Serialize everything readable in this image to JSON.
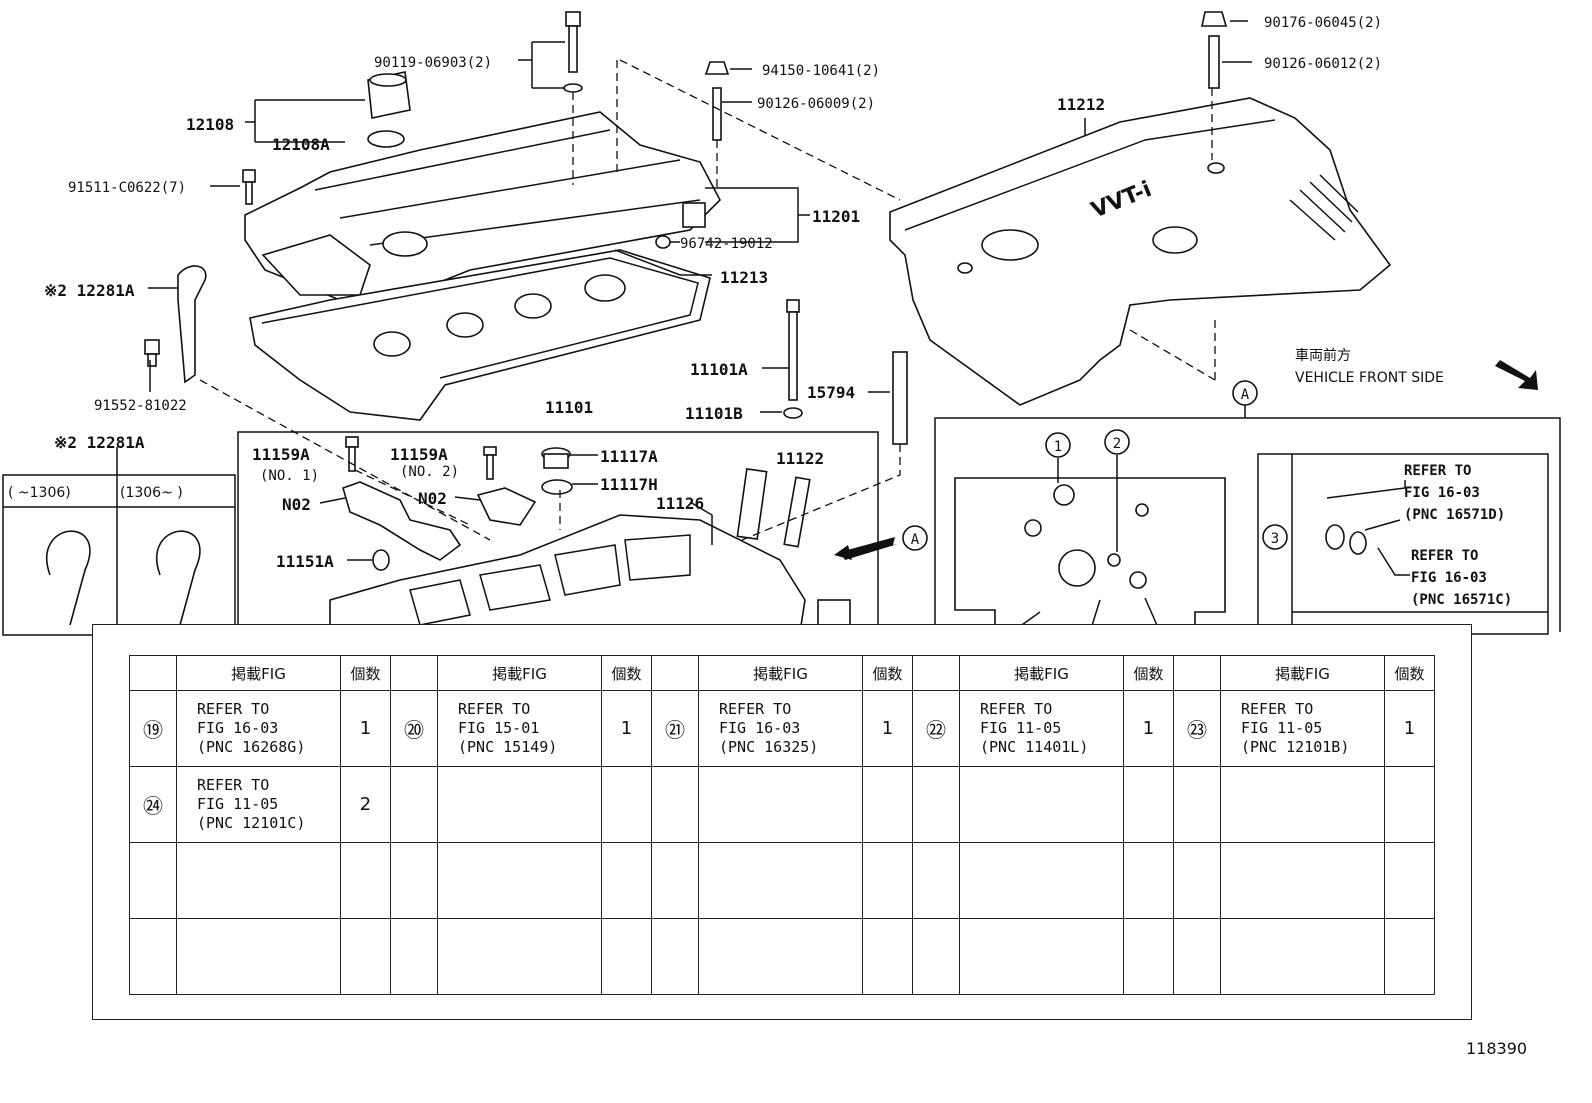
{
  "labels": {
    "p90119": "90119-06903(2)",
    "p12108": "12108",
    "p12108A": "12108A",
    "p91511": "91511-C0622(7)",
    "p12281A_top": "※2 12281A",
    "p91552": "91552-81022",
    "p12281A_left": "※2 12281A",
    "p94150": "94150-10641(2)",
    "p90126_06009": "90126-06009(2)",
    "p11201": "11201",
    "p96742": "96742-19012",
    "p11213": "11213",
    "p11101A": "11101A",
    "p11101B": "11101B",
    "p15794": "15794",
    "p11101": "11101",
    "p11159A_1": "11159A",
    "p11159A_1_sub": "(NO. 1)",
    "p11159A_2": "11159A",
    "p11159A_2_sub": "(NO. 2)",
    "p11117A": "11117A",
    "p11117H": "11117H",
    "p11122": "11122",
    "p11126": "11126",
    "pN02_a": "N02",
    "pN02_b": "N02",
    "p11151A": "11151A",
    "viewA": "A",
    "p90176": "90176-06045(2)",
    "p90126_06012": "90126-06012(2)",
    "p11212": "11212",
    "front_jp": "車両前方",
    "front_en": "VEHICLE FRONT SIDE",
    "callout_A": "A",
    "detail_1": "1",
    "detail_2": "2",
    "detail_3": "3",
    "refer1_a": "REFER TO",
    "refer1_b": "FIG 16-03",
    "refer1_c": "(PNC 16571D)",
    "refer2_a": "REFER TO",
    "refer2_b": "FIG 16-03",
    "refer2_c": "(PNC 16571C)",
    "date_col1": "(   ~1306)",
    "date_col2": "(1306~     )",
    "figure_number": "118390",
    "cover_logo": "VVT-i"
  },
  "table": {
    "headers": [
      "掲載FIG",
      "個数"
    ],
    "rows": [
      [
        {
          "num": "⑲",
          "lines": [
            "REFER TO",
            "FIG 16-03",
            "(PNC 16268G)"
          ],
          "qty": "1"
        },
        {
          "num": "⑳",
          "lines": [
            "REFER TO",
            "FIG 15-01",
            "(PNC 15149)"
          ],
          "qty": "1"
        },
        {
          "num": "㉑",
          "lines": [
            "REFER TO",
            "FIG 16-03",
            "(PNC 16325)"
          ],
          "qty": "1"
        },
        {
          "num": "㉒",
          "lines": [
            "REFER TO",
            "FIG 11-05",
            "(PNC 11401L)"
          ],
          "qty": "1"
        },
        {
          "num": "㉓",
          "lines": [
            "REFER TO",
            "FIG 11-05",
            "(PNC 12101B)"
          ],
          "qty": "1"
        }
      ],
      [
        {
          "num": "㉔",
          "lines": [
            "REFER TO",
            "FIG 11-05",
            "(PNC 12101C)"
          ],
          "qty": "2"
        },
        {
          "num": "",
          "lines": [],
          "qty": ""
        },
        {
          "num": "",
          "lines": [],
          "qty": ""
        },
        {
          "num": "",
          "lines": [],
          "qty": ""
        },
        {
          "num": "",
          "lines": [],
          "qty": ""
        }
      ],
      [
        {
          "num": "",
          "lines": [],
          "qty": ""
        },
        {
          "num": "",
          "lines": [],
          "qty": ""
        },
        {
          "num": "",
          "lines": [],
          "qty": ""
        },
        {
          "num": "",
          "lines": [],
          "qty": ""
        },
        {
          "num": "",
          "lines": [],
          "qty": ""
        }
      ],
      [
        {
          "num": "",
          "lines": [],
          "qty": ""
        },
        {
          "num": "",
          "lines": [],
          "qty": ""
        },
        {
          "num": "",
          "lines": [],
          "qty": ""
        },
        {
          "num": "",
          "lines": [],
          "qty": ""
        },
        {
          "num": "",
          "lines": [],
          "qty": ""
        }
      ]
    ]
  }
}
